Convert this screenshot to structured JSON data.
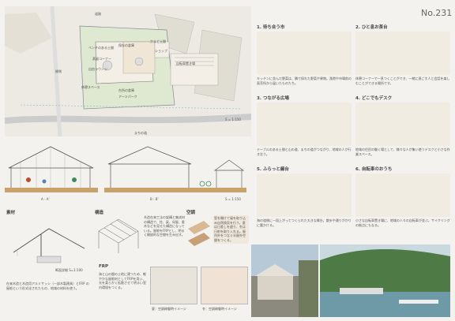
{
  "header": {
    "number": "No.231"
  },
  "siteplan": {
    "labels": [
      "ベンチのある土間",
      "蒸留コーナー",
      "自由ラウンジ",
      "保存の倉庫",
      "かまど土間",
      "ショップ",
      "休憩スペース",
      "台所の倉庫",
      "アーツパーク",
      "自転車置き場",
      "縁側"
    ],
    "roads": [
      "道路",
      "まちの道"
    ],
    "scale": "S = 1:150"
  },
  "sections": {
    "aa": "A - A'",
    "bb": "B - B'",
    "scale": "S = 1:150"
  },
  "materials": {
    "title": "素材",
    "detail_scale": "断面詳細 S=1:100",
    "text": "在来木造と木造用アルミサッシ（一部木製建具）とFRP の屋根という形式化されたもの、地域の材料を使う。"
  },
  "structure": {
    "title": "構造",
    "text": "木造在来工法の架構と集成材の構造で、柱、梁、母屋、垂木などを見せた構造になっている。屋根をFRPとし、明るく開放的な空間を生み出す。"
  },
  "climate": {
    "title": "空調",
    "text": "窓を開けて風を取り込み自然換気を行う。夏は日差しを遮り、冬は日射を取り入れる。屋内外をつなぐ半屋外空間をつくる。"
  },
  "frp": {
    "title": "FRP",
    "text": "海と山の間の土地に建つため、軽やかな屋根材としてFRPを用い、光を柔らかく拡散させて明るい室内環境をつくる。",
    "caption_a": "夏：空調稼働時イメージ",
    "caption_b": "冬：空調稼働時イメージ"
  },
  "scenes": [
    {
      "title": "1. 待ち合う市",
      "text": "キッチンに並んだ野菜は、隣で採れた野菜や果物。漁港や市場前の直売所から届いたものたち。"
    },
    {
      "title": "2. ひと息お茶台",
      "text": "休憩コーナーで一息つくことができ、一緒に過ごす人と会話を楽しむことができる場所です。"
    },
    {
      "title": "3. つながる広場",
      "text": "テーブルのある土間と山の道、まちの道がつながり、地域の人が行き交う。"
    },
    {
      "title": "4. どこでもデスク",
      "text": "地域の住民の働く場として、様々な人が集い使うデスクと小さな作業スペース。"
    },
    {
      "title": "5. ふらっと縁台",
      "text": "海の道側に一段上がってつくられた大きな縁台。散歩や通りがかりに腰かける。"
    },
    {
      "title": "6. 自転車のおうち",
      "text": "小さな自転車置き場に、地域の人々の自転車が並ぶ。サイクリングの拠点にもなる。"
    }
  ]
}
